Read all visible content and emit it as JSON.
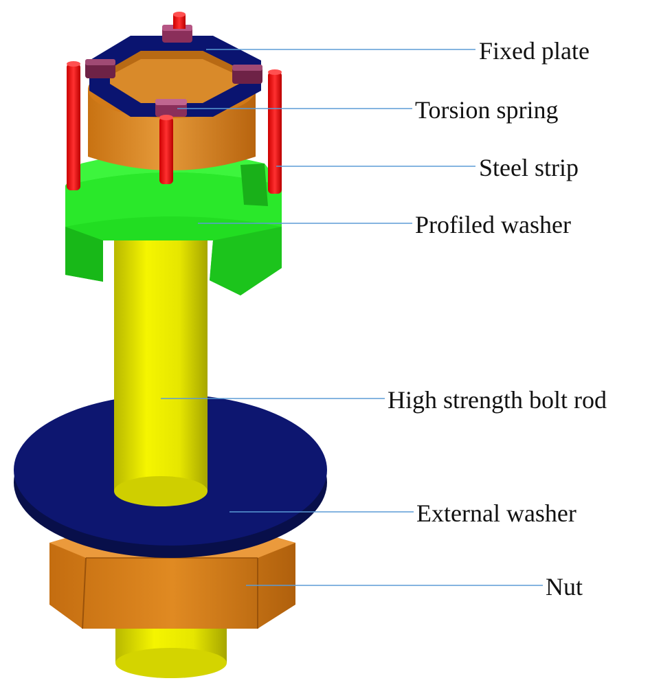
{
  "colors": {
    "leader_line": "#5b9bd5",
    "label_text": "#111111",
    "fixed_plate": "#0a1470",
    "torsion_spring": "#8a2f5a",
    "steel_strip": "#ee1111",
    "profiled_washer": "#22ee22",
    "bolt_rod": "#eeee00",
    "external_washer": "#0a1266",
    "nut": "#d9801a",
    "sleeve": "#d9801a"
  },
  "labels": {
    "fixed_plate": "Fixed plate",
    "torsion_spring": "Torsion spring",
    "steel_strip": "Steel strip",
    "profiled_washer": "Profiled washer",
    "bolt_rod": "High strength bolt rod",
    "external_washer": "External washer",
    "nut": "Nut"
  }
}
